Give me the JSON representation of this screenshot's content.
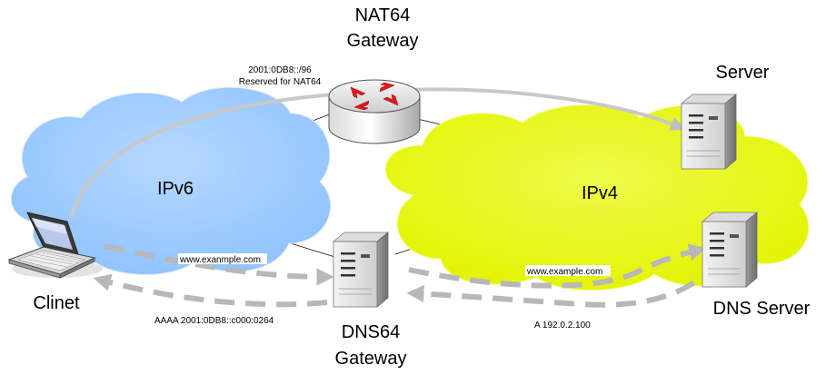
{
  "nodes": {
    "nat64_line1": "NAT64",
    "nat64_line2": "Gateway",
    "server": "Server",
    "client": "Clinet",
    "dns64_line1": "DNS64",
    "dns64_line2": "Gateway",
    "dns_server": "DNS Server"
  },
  "clouds": {
    "ipv6": "IPv6",
    "ipv4": "IPv4"
  },
  "annotations": {
    "prefix_line1": "2001:0DB8::/96",
    "prefix_line2": "Reserved for NAT64",
    "query_ipv6": "www.exanmple.com",
    "query_ipv4": "www.example.com",
    "answer_aaaa": "AAAA 2001:0DB8::c000:0264",
    "answer_a": "A 192.0.2.100"
  },
  "colors": {
    "ipv6_cloud": "#99c8ff",
    "ipv4_cloud": "#e5f70a",
    "arrow": "#b8b8b8",
    "router_arrow": "#e8141c"
  },
  "icons": {
    "nat64": "router-icon",
    "server": "server-icon",
    "dns_server": "server-icon",
    "dns64": "server-icon",
    "client": "laptop-icon"
  }
}
